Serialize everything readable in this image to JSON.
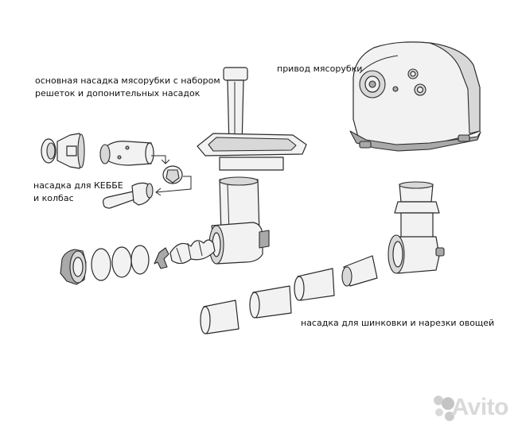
{
  "labels": {
    "main_attachment_line1": "основная насадка мясорубки с набором",
    "main_attachment_line2": "решеток и допонительных насадок",
    "kebbe_line1": "насадка для КЕББЕ",
    "kebbe_line2": "и колбас",
    "motor_drive": "привод мясорубки",
    "slicer": "насадка для шинковки и нарезки овощей"
  },
  "watermark": {
    "text": "Avito"
  },
  "colors": {
    "outline": "#2a2a2a",
    "fill_light": "#f2f2f2",
    "fill_mid": "#d8d8d8",
    "fill_dark": "#a9a9a9",
    "watermark_dots": [
      "#d0d0d0",
      "#c4c4c4",
      "#dadada",
      "#cccccc"
    ]
  }
}
